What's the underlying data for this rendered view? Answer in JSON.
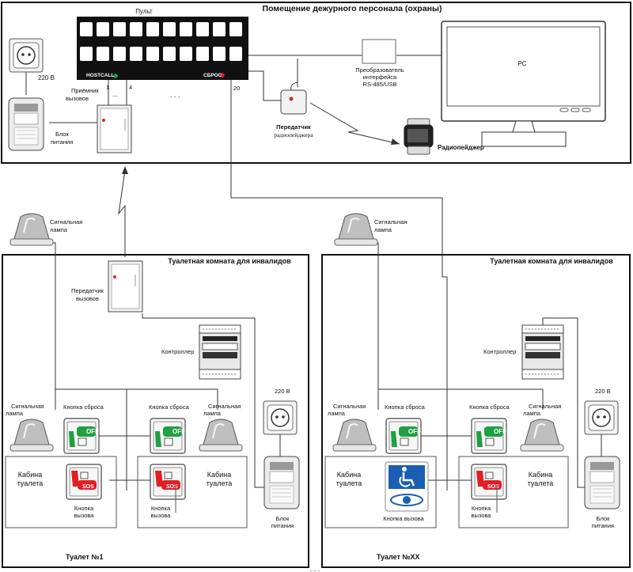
{
  "guard_room": {
    "title": "Помещение дежурного персонала (охраны)",
    "console_label": "Пульт",
    "hostcall_label": "HOSTCALL",
    "reset_label": "СБРОС",
    "port_1": "1",
    "port_4": "4",
    "port_20": "20",
    "dots_small": "...",
    "dots_large": ". . .",
    "power_outlet_voltage": "220 В",
    "receiver_label_1": "Приёмник",
    "receiver_label_2": "вызовов",
    "psu_label_1": "Блок",
    "psu_label_2": "питания",
    "converter_label_1": "Преобразователь",
    "converter_label_2": "интерфейса",
    "converter_label_3": "RS-485/USB",
    "pc_label": "PC",
    "transmitter_label_1": "Передатчик",
    "transmitter_label_2": "радиопейджера",
    "pager_label": "Радиопейджер"
  },
  "toilet_1": {
    "header": "Туалетная комната для инвалидов",
    "footer": "Туалет №1",
    "signal_lamp_top_1": "Сигнальная",
    "signal_lamp_top_2": "лампа",
    "call_transmitter_1": "Передатчик",
    "call_transmitter_2": "вызовов",
    "controller": "Контроллер",
    "signal_lamp_left_1": "Сигнальная",
    "signal_lamp_left_2": "лампа",
    "reset_button_left": "Кнопка сброса",
    "reset_button_right": "Кнопка сброса",
    "signal_lamp_right_1": "Сигнальная",
    "signal_lamp_right_2": "лампа",
    "voltage": "220 В",
    "cabin_left_1": "Кабина",
    "cabin_left_2": "туалета",
    "cabin_right_1": "Кабина",
    "cabin_right_2": "туалета",
    "call_button_left_1": "Кнопка",
    "call_button_left_2": "вызова",
    "call_button_right_1": "Кнопка",
    "call_button_right_2": "вызова",
    "psu_1": "Блок",
    "psu_2": "питания",
    "off_label": "OFF",
    "sos_label": "SOS"
  },
  "toilet_xx": {
    "header": "Туалетная комната для инвалидов",
    "footer": "Туалет №XX",
    "signal_lamp_top_1": "Сигнальная",
    "signal_lamp_top_2": "лампа",
    "controller": "Контроллер",
    "signal_lamp_left_1": "Сигнальная",
    "signal_lamp_left_2": "лампа",
    "reset_button_left": "Кнопка сброса",
    "reset_button_right": "Кнопка сброса",
    "signal_lamp_right_1": "Сигнальная",
    "signal_lamp_right_2": "лампа",
    "voltage": "220 В",
    "cabin_left_1": "Кабина",
    "cabin_left_2": "туалета",
    "cabin_right_1": "Кабина",
    "cabin_right_2": "туалета",
    "call_button_left": "Кнопка вызова",
    "call_button_right_1": "Кнопка",
    "call_button_right_2": "вызова",
    "psu_1": "Блок",
    "psu_2": "питания",
    "off_label": "OFF",
    "sos_label": "SOS"
  },
  "bottom_dots": ". . .",
  "colors": {
    "green": "#1fa043",
    "red": "#e31e24",
    "blue": "#1a5fb4",
    "line": "#333333"
  }
}
